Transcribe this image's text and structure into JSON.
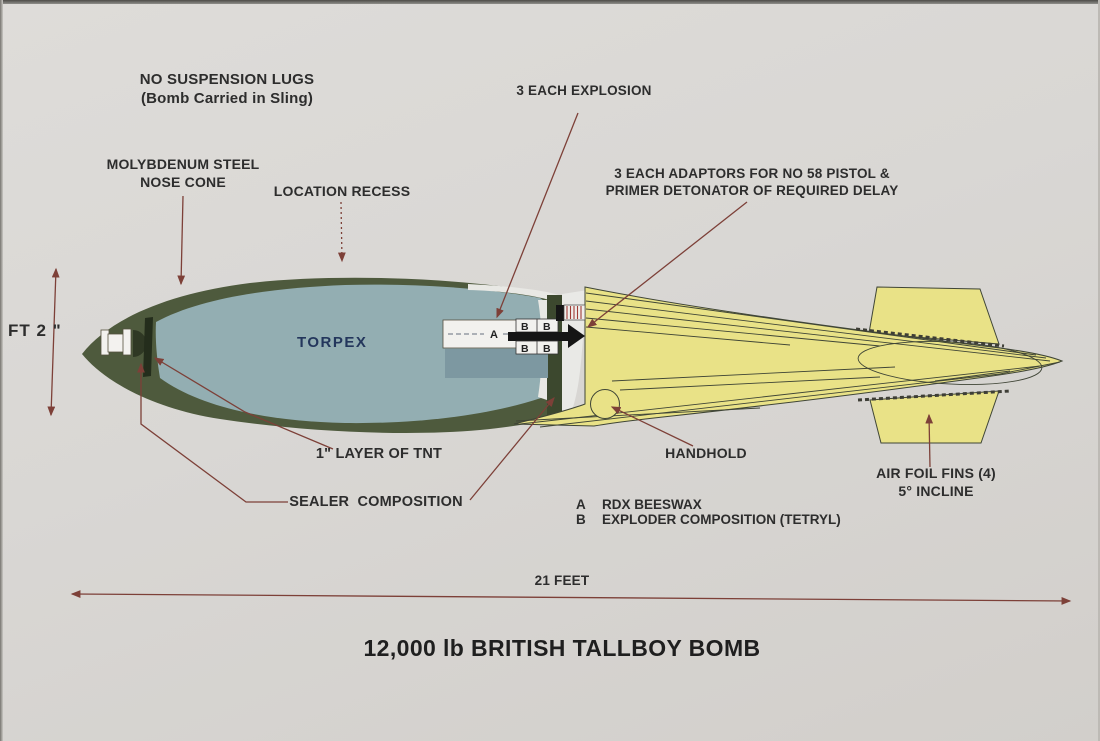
{
  "title": "12,000 lb BRITISH TALLBOY BOMB",
  "dimensions": {
    "length_label": "21 FEET",
    "diameter_label": "FT 2 \""
  },
  "callouts": {
    "suspension_line1": "NO SUSPENSION LUGS",
    "suspension_line2": "(Bomb Carried in Sling)",
    "nose_line1": "MOLYBDENUM STEEL",
    "nose_line2": "NOSE CONE",
    "location_recess": "LOCATION RECESS",
    "explosion": "3 EACH EXPLOSION",
    "adaptors_line1": "3 EACH ADAPTORS FOR NO 58 PISTOL &",
    "adaptors_line2": "PRIMER DETONATOR OF REQUIRED DELAY",
    "tnt_layer": "1\" LAYER OF TNT",
    "sealer": "SEALER COMPOSITION",
    "handhold": "HANDHOLD",
    "fins_line1": "AIR FOIL FINS (4)",
    "fins_line2": "5° INCLINE"
  },
  "diagram": {
    "filling_label": "TORPEX",
    "marker_a": "A",
    "marker_b": "B"
  },
  "legend": [
    {
      "key": "A",
      "text": "RDX BEESWAX"
    },
    {
      "key": "B",
      "text": "EXPLODER COMPOSITION (TETRYL)"
    }
  ],
  "colors": {
    "background": "#d9d7d4",
    "casing_olive": "#4e5a3d",
    "torpex_fill": "#93aeb2",
    "tail_yellow": "#e9e287",
    "leader_maroon": "#7d4038",
    "text": "#2d2d2d",
    "torpex_text": "#23365c"
  }
}
